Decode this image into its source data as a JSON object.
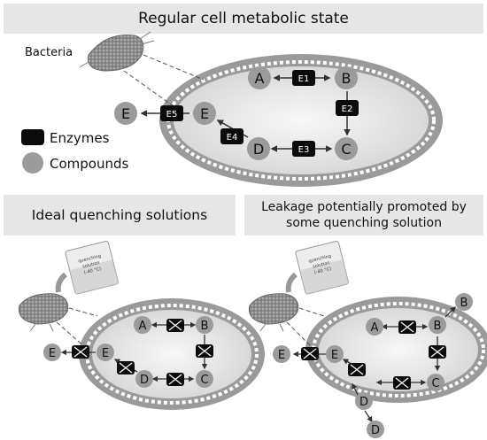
{
  "panels": {
    "regular_title": "Regular cell metabolic state",
    "ideal_title": "Ideal quenching solutions",
    "leakage_title": "Leakage potentially promoted by some quenching solution"
  },
  "legend": {
    "bacteria": "Bacteria",
    "enzymes": "Enzymes",
    "compounds": "Compounds"
  },
  "compounds": {
    "A": "A",
    "B": "B",
    "C": "C",
    "D": "D",
    "E": "E"
  },
  "enzymes": {
    "E1": "E1",
    "E2": "E2",
    "E3": "E3",
    "E4": "E4",
    "E5": "E5"
  },
  "beaker": {
    "line1": "quenching",
    "line2": "solution",
    "line3": "(-40 °C)"
  },
  "colors": {
    "membrane": "#9a9a9a",
    "cytoplasm": "#e9e9e9",
    "compound": "#9b9b9b",
    "enzyme": "#0b0b0b",
    "banner": "#e6e6e6"
  }
}
